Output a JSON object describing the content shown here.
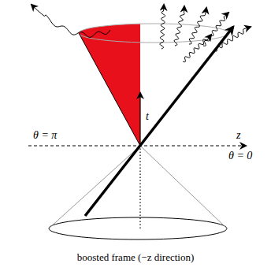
{
  "diagram": {
    "caption": "boosted frame (−z direction)",
    "labels": [
      "θ = π",
      "z",
      "θ = 0",
      "t"
    ]
  }
}
